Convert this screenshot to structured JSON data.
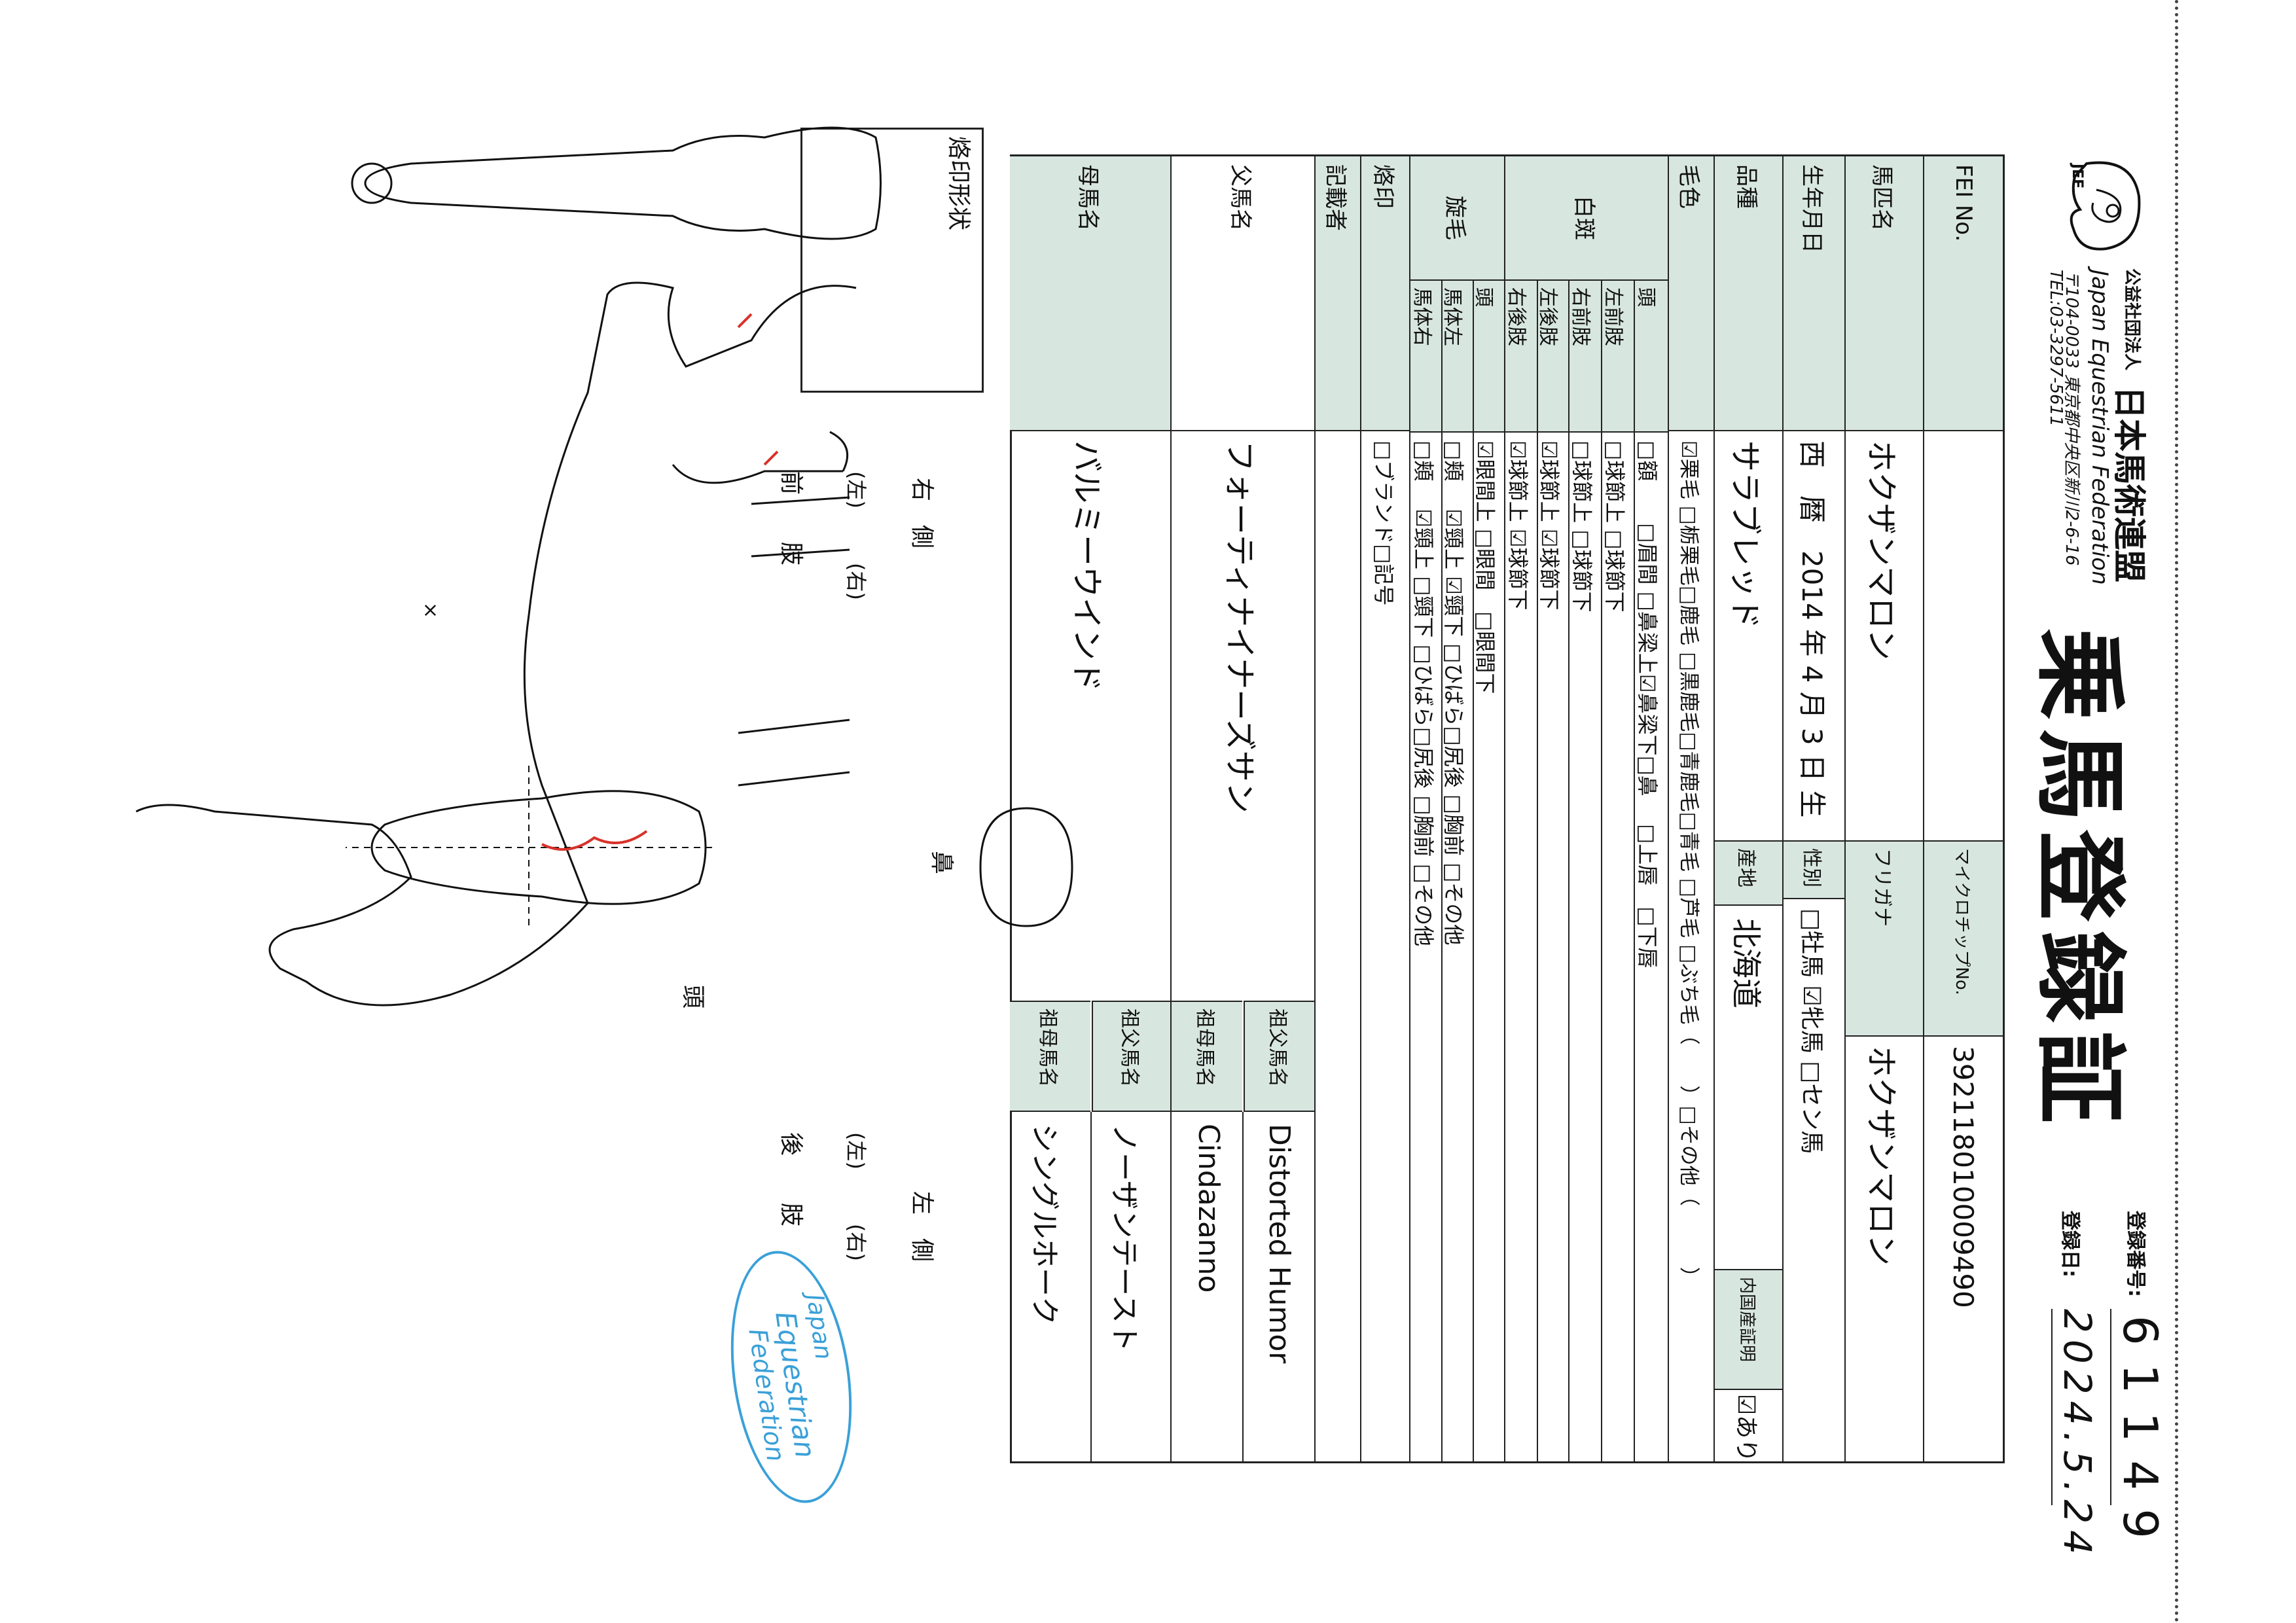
{
  "header": {
    "org_prefix": "公益社団法人",
    "org_name": "日本馬術連盟",
    "org_en": "Japan Equestrian Federation",
    "address": "〒104-0033 東京都中央区新川2-6-16",
    "tel": "TEL:03-3297-5611",
    "logo_text": "JEF",
    "doc_title": "乗馬登録証",
    "reg_no_label": "登録番号:",
    "reg_no": "61149",
    "reg_date_label": "登録日:",
    "reg_date": "2024.5.24"
  },
  "fields": {
    "fei_label": "FEI No.",
    "microchip_label": "マイクロチップNo.",
    "microchip": "392118010009490",
    "name_label": "馬匹名",
    "name": "ホクザンマロン",
    "furigana_label": "フリガナ",
    "furigana": "ホクザンマロン",
    "dob_label": "生年月日",
    "dob": "西　暦　2014 年 4 月 3 日 生",
    "sex_label": "性別",
    "sex": "□牡馬 ☑牝馬 □セン馬",
    "breed_label": "品種",
    "breed": "サラブレッド",
    "origin_label": "産地",
    "origin": "北海道",
    "domestic_label": "内国産証明",
    "domestic": "☑あり",
    "color_label": "毛色",
    "color": "☑栗毛 □栃栗毛□鹿毛 □黒鹿毛□青鹿毛□青毛 □芦毛 □ぶち毛（　　）□その他（　　　）",
    "white_label": "白斑",
    "white_head_label": "頭",
    "white_head": "□額　　□眉間 □鼻梁上☑鼻梁下□鼻　 □上唇　□下唇",
    "white_lf_label": "左前肢",
    "white_lf": "□球節上 □球節下",
    "white_rf_label": "右前肢",
    "white_rf": "□球節上 □球節下",
    "white_lh_label": "左後肢",
    "white_lh": "☑球節上 ☑球節下",
    "white_rh_label": "右後肢",
    "white_rh": "☑球節上 ☑球節下",
    "whorl_label": "旋毛",
    "whorl_head_label": "頭",
    "whorl_head": "☑眼間上 □眼間　□眼間下",
    "whorl_left_label": "馬体左",
    "whorl_left": "□頬　 ☑頸上 ☑頸下 □ひばら□尻後 □胸前 □その他",
    "whorl_right_label": "馬体右",
    "whorl_right": "□頬　 ☑頸上 □頸下 □ひばら□尻後 □胸前 □その他",
    "brand_label": "烙印",
    "brand": "□ブランド□記号",
    "recorder_label": "記載者",
    "sire_label": "父馬名",
    "sire": "フォーティナイナーズサン",
    "sire_sire_label": "祖父馬名",
    "sire_sire": "Distorted Humor",
    "sire_dam_label": "祖母馬名",
    "sire_dam": "Cindazanno",
    "dam_label": "母馬名",
    "dam": "バルミーウインド",
    "dam_sire_label": "祖父馬名",
    "dam_sire": "ノーザンテースト",
    "dam_dam_label": "祖母馬名",
    "dam_dam": "シングルホーク"
  },
  "diagram": {
    "brand_shape_label": "烙印形状",
    "right_side": "右　側",
    "left_side": "左　側",
    "head": "頭",
    "nose": "鼻",
    "forelegs": "前　　肢",
    "hindlegs": "後　　肢",
    "left": "(左)",
    "right": "(右)"
  },
  "stamp": {
    "line1": "Japan",
    "line2": "Equestrian",
    "line3": "Federation",
    "color": "#3aa0d8"
  },
  "colors": {
    "label_bg": "#d8e6e0",
    "marking_red": "#d8322a"
  }
}
